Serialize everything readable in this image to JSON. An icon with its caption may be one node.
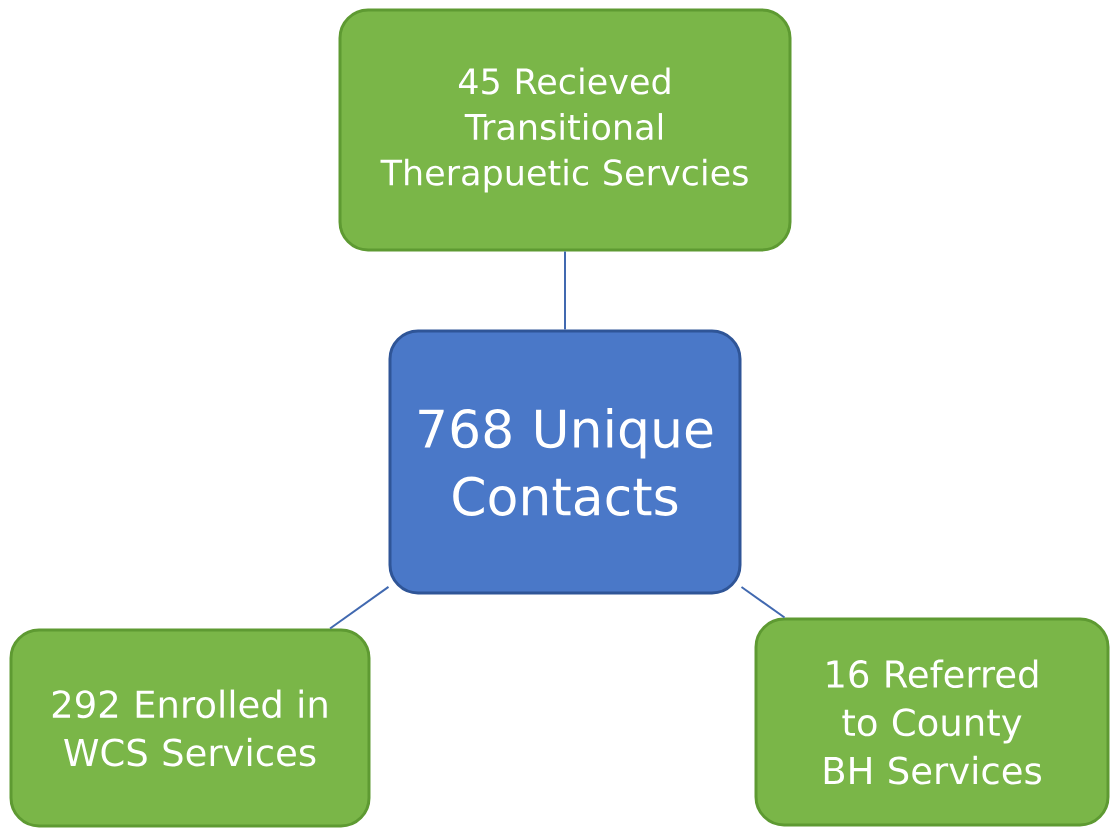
{
  "diagram": {
    "nodes": [
      {
        "text": [
          "45 Recieved Transitional Therapuetic Servcies"
        ]
      },
      {
        "text": [
          "768 Unique Contacts"
        ]
      },
      {
        "text": [
          "292 Enrolled in WCS Services"
        ]
      },
      {
        "text": [
          "16 Referred to County BH Services"
        ]
      }
    ],
    "edges": [
      {
        "from": 1,
        "to": 0,
        "arrow": "none"
      },
      {
        "from": 1,
        "to": 2,
        "arrow": "none"
      },
      {
        "from": 1,
        "to": 3,
        "arrow": "none"
      }
    ]
  }
}
